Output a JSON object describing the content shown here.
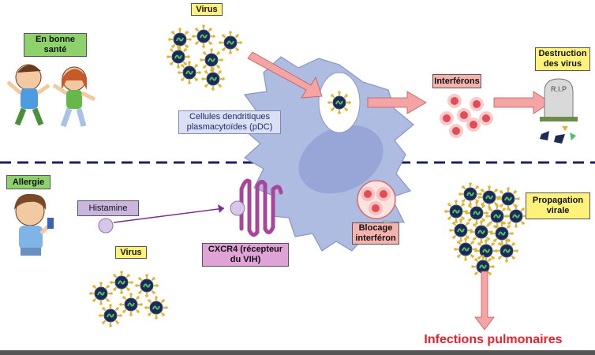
{
  "labels": {
    "virus_top": "Virus",
    "healthy": "En bonne santé",
    "pdc": "Cellules dendritiques plasmacytoïdes (pDC)",
    "interferons": "Interférons",
    "destruction": "Destruction des virus",
    "allergy": "Allergie",
    "histamine": "Histamine",
    "virus_bottom": "Virus",
    "cxcr4": "CXCR4 (récepteur du VIH)",
    "blocage": "Blocage interféron",
    "propagation": "Propagation virale",
    "infections": "Infections pulmonaires",
    "rip": "R.I.P"
  },
  "colors": {
    "label_yellow": "#fff27a",
    "label_green": "#8ed26b",
    "label_pink": "#f6b3ae",
    "label_lavender": "#c9b5dd",
    "label_violet": "#e0a3d8",
    "cell_fill": "#aebce2",
    "nucleus": "#8f9fd3",
    "receptor": "#a9469c",
    "arrow_fill": "#f4a5a3",
    "divider": "#1b1f6b",
    "title_red": "#e8212c"
  },
  "icons": [
    "virus-icon",
    "cell-icon",
    "receptor-icon",
    "tombstone-icon",
    "child-icon",
    "interferon-icon"
  ]
}
